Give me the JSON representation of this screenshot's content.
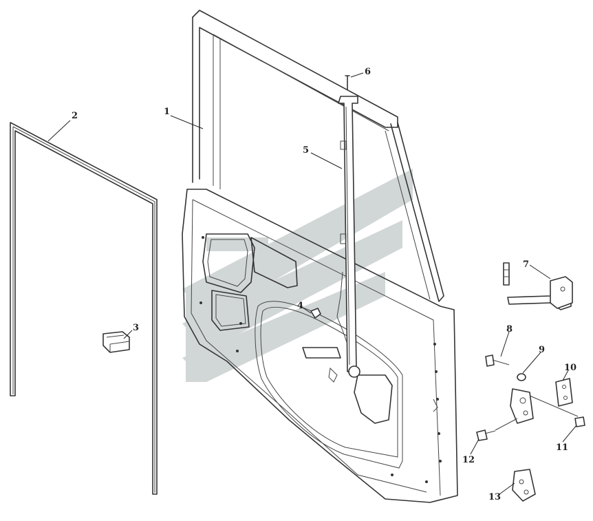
{
  "diagram": {
    "callouts": [
      {
        "id": "c1",
        "label": "1"
      },
      {
        "id": "c2",
        "label": "2"
      },
      {
        "id": "c3",
        "label": "3"
      },
      {
        "id": "c4",
        "label": "4"
      },
      {
        "id": "c5",
        "label": "5"
      },
      {
        "id": "c6",
        "label": "6"
      },
      {
        "id": "c7",
        "label": "7"
      },
      {
        "id": "c8",
        "label": "8"
      },
      {
        "id": "c9",
        "label": "9"
      },
      {
        "id": "c10",
        "label": "10"
      },
      {
        "id": "c11",
        "label": "11"
      },
      {
        "id": "c12",
        "label": "12"
      },
      {
        "id": "c13",
        "label": "13"
      }
    ],
    "watermark_color": "#c9d1cf",
    "line_color": "#333333"
  }
}
